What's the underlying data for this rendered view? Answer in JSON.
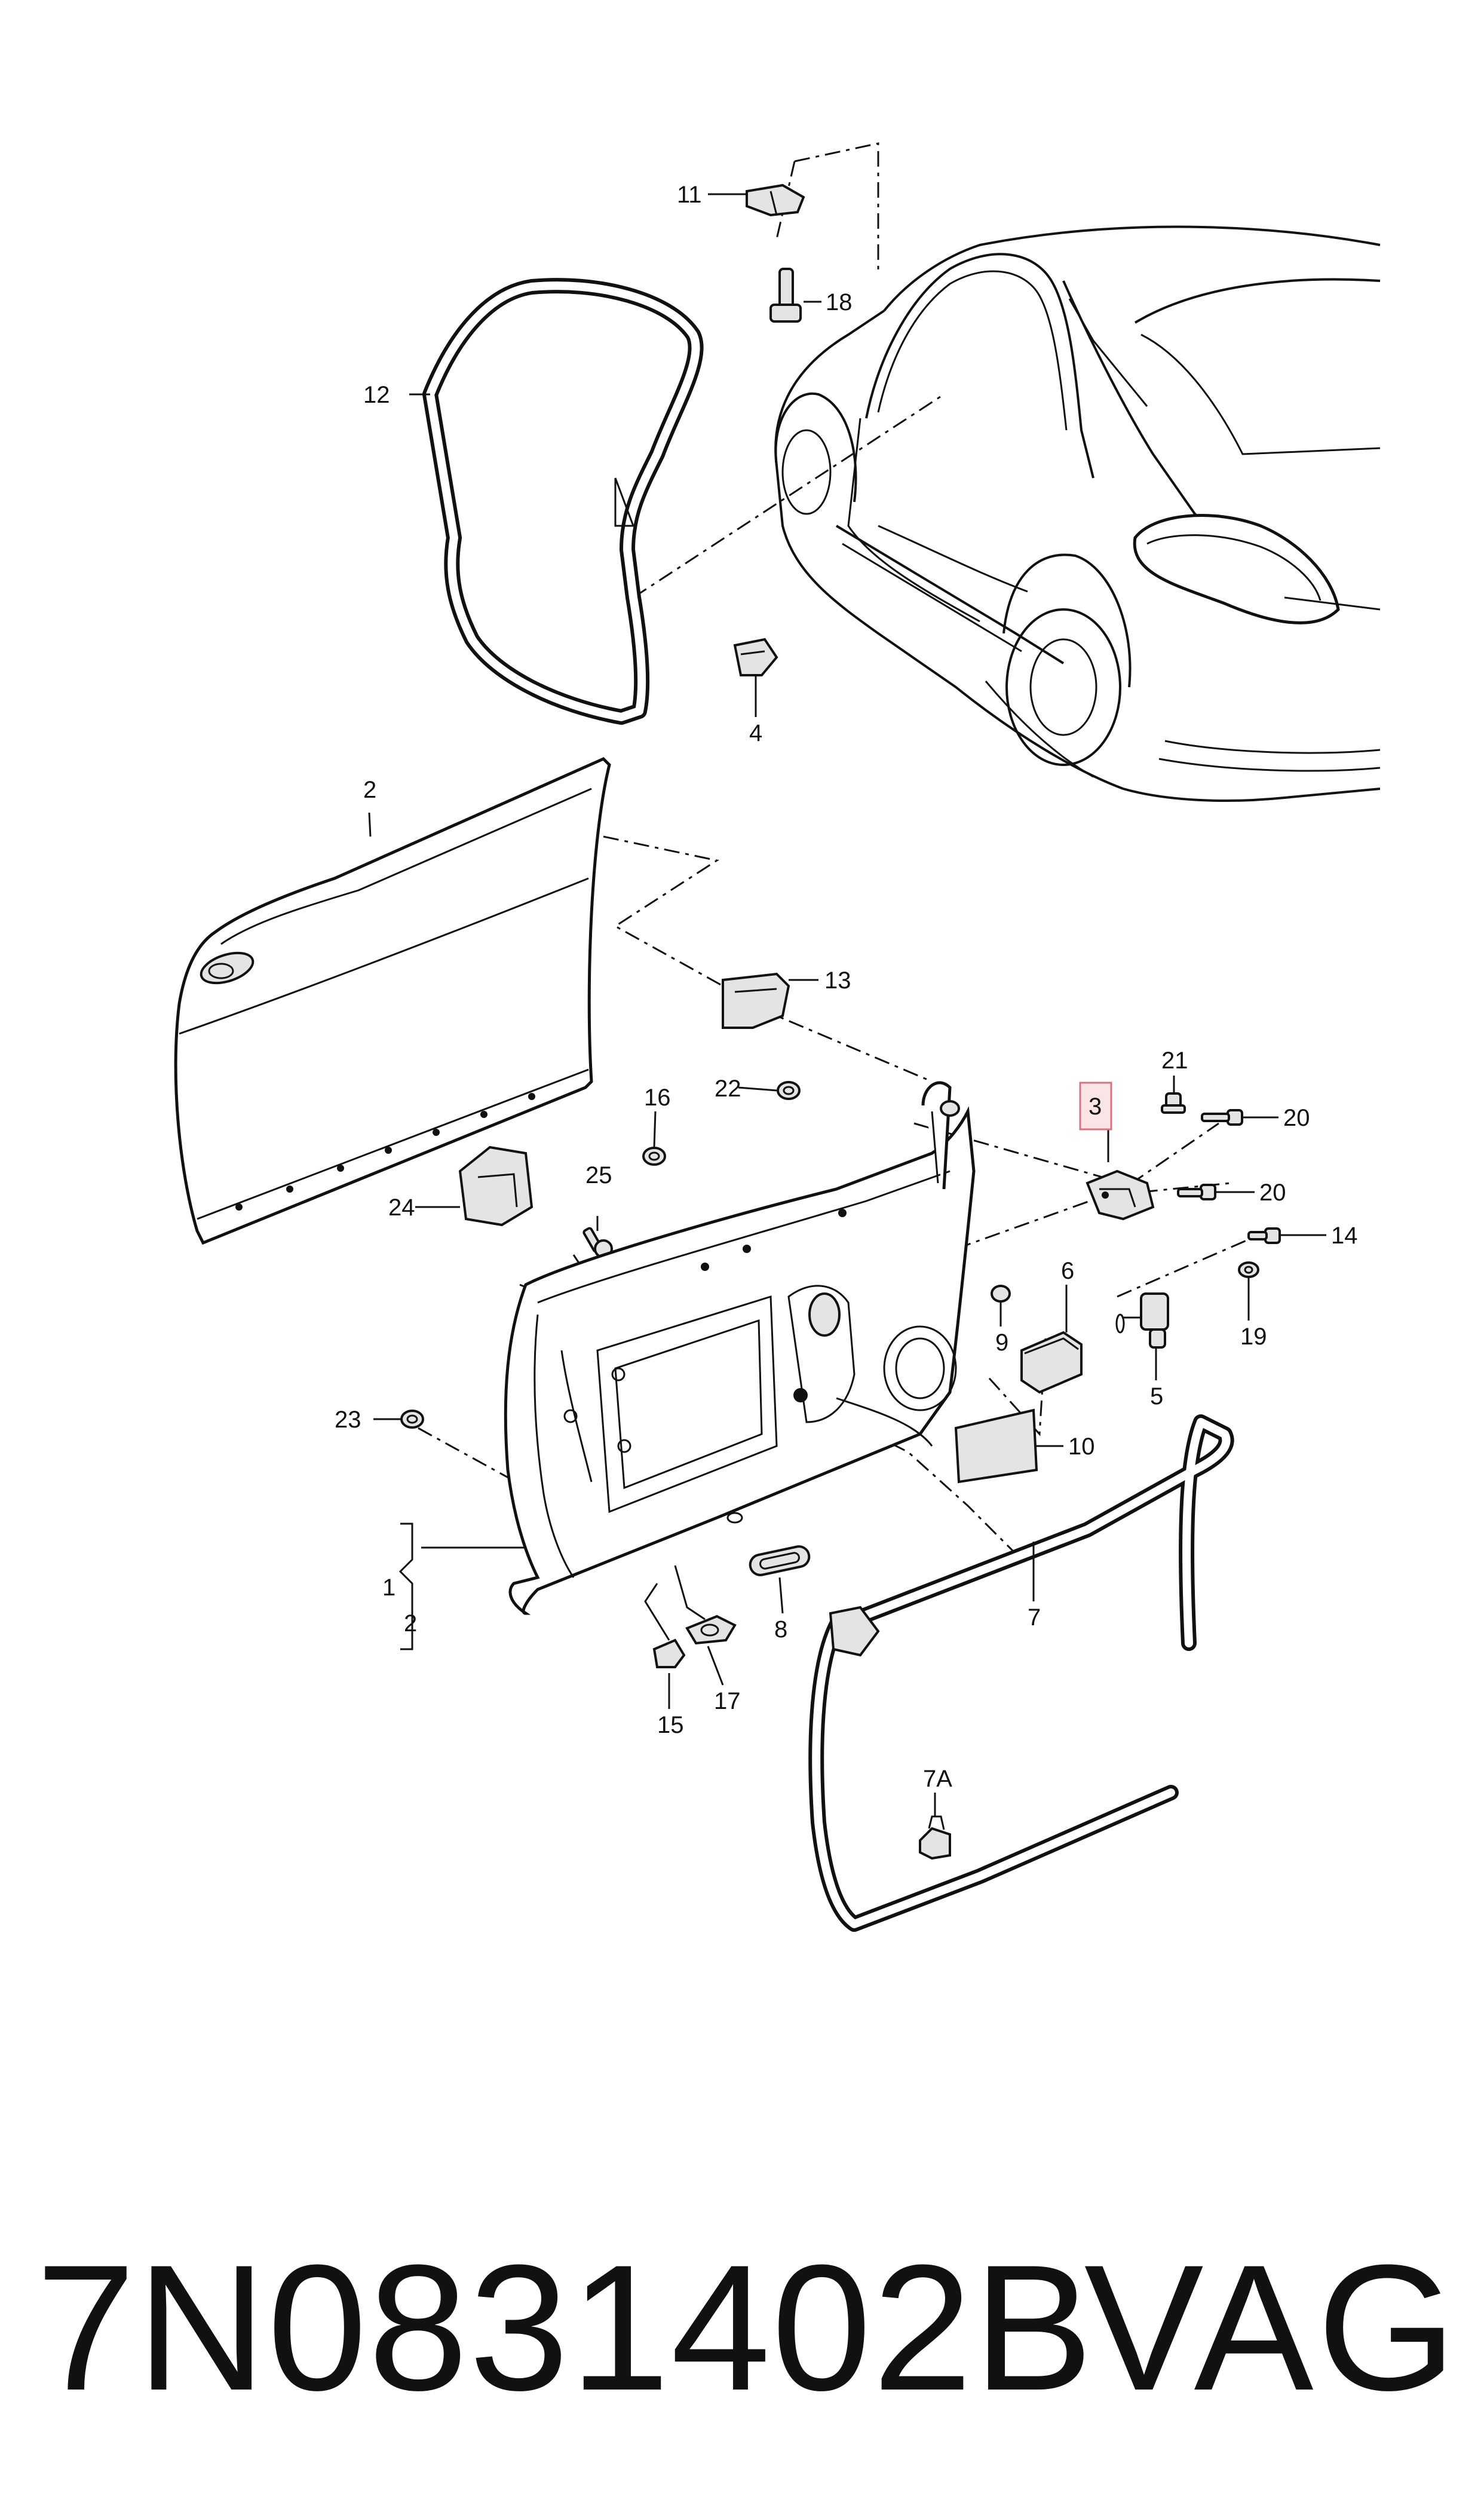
{
  "diagram": {
    "callouts": {
      "c1": "1",
      "c2a": "2",
      "c2b": "2",
      "c3": "3",
      "c4": "4",
      "c5": "5",
      "c6": "6",
      "c7": "7",
      "c7a": "7A",
      "c8": "8",
      "c9": "9",
      "c10": "10",
      "c11": "11",
      "c12": "12",
      "c13": "13",
      "c14": "14",
      "c15": "15",
      "c16": "16",
      "c17": "17",
      "c18": "18",
      "c19": "19",
      "c20a": "20",
      "c20b": "20",
      "c21": "21",
      "c22": "22",
      "c23": "23",
      "c24": "24",
      "c25": "25"
    },
    "highlighted_callout": "3",
    "highlight_color": "#d9737f"
  },
  "footer": {
    "part_number": "7N0831402B",
    "brand": "VAG"
  }
}
